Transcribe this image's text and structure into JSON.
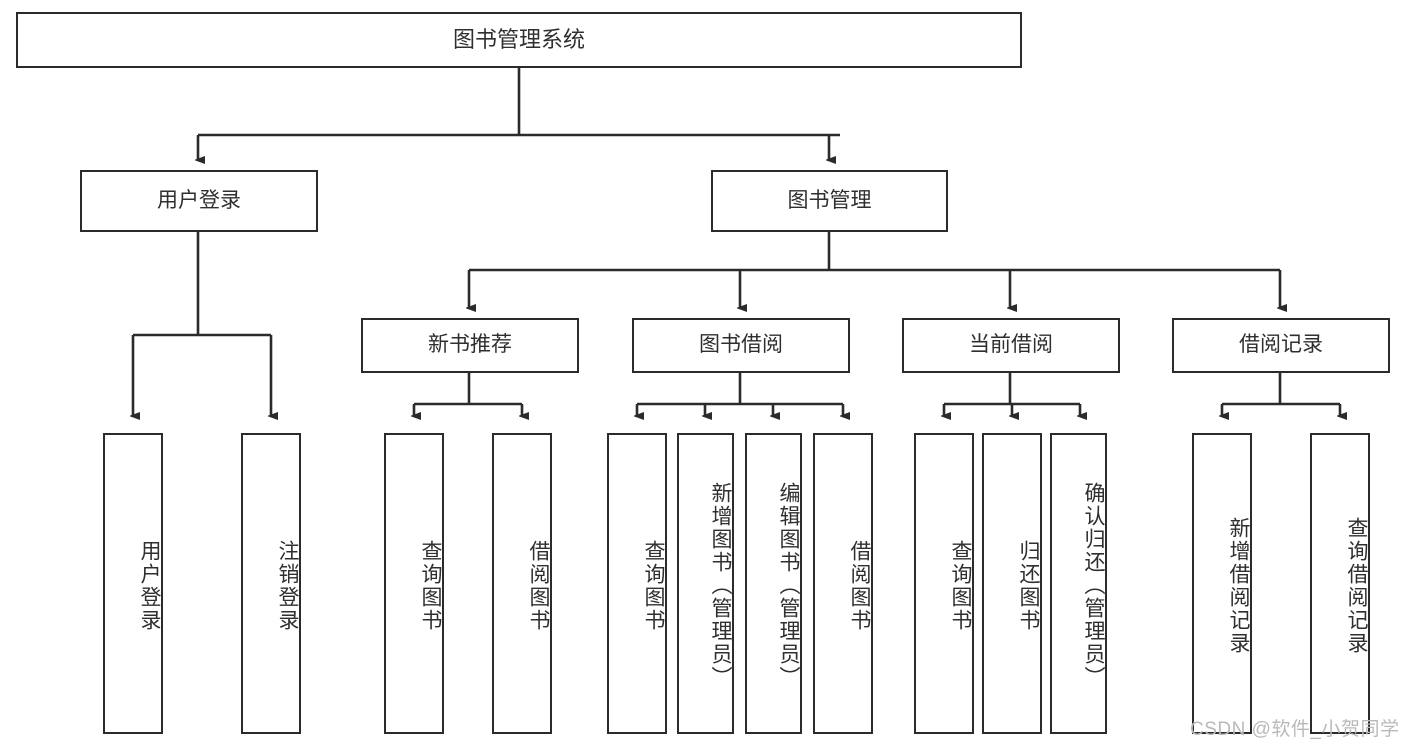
{
  "diagram": {
    "type": "tree",
    "title": "图书管理系统",
    "root": {
      "label": "图书管理系统"
    },
    "level2": [
      {
        "label": "用户登录"
      },
      {
        "label": "图书管理"
      }
    ],
    "level3": [
      {
        "label": "新书推荐"
      },
      {
        "label": "图书借阅"
      },
      {
        "label": "当前借阅"
      },
      {
        "label": "借阅记录"
      }
    ],
    "leaves": {
      "user_login": [
        {
          "label": "用户登录"
        },
        {
          "label": "注销登录"
        }
      ],
      "new_book_recommend": [
        {
          "label": "查询图书"
        },
        {
          "label": "借阅图书"
        }
      ],
      "book_borrow": [
        {
          "label": "查询图书"
        },
        {
          "label": "新增图书（管理员）"
        },
        {
          "label": "编辑图书（管理员）"
        },
        {
          "label": "借阅图书"
        }
      ],
      "current_borrow": [
        {
          "label": "查询图书"
        },
        {
          "label": "归还图书"
        },
        {
          "label": "确认归还（管理员）"
        }
      ],
      "borrow_record": [
        {
          "label": "新增借阅记录"
        },
        {
          "label": "查询借阅记录"
        }
      ]
    }
  },
  "watermark": {
    "text": "CSDN @软件_小贺同学"
  },
  "colors": {
    "stroke": "#2b2b2b",
    "text": "#2f2f2f",
    "background": "#ffffff",
    "watermark": "#b9b9b9"
  }
}
